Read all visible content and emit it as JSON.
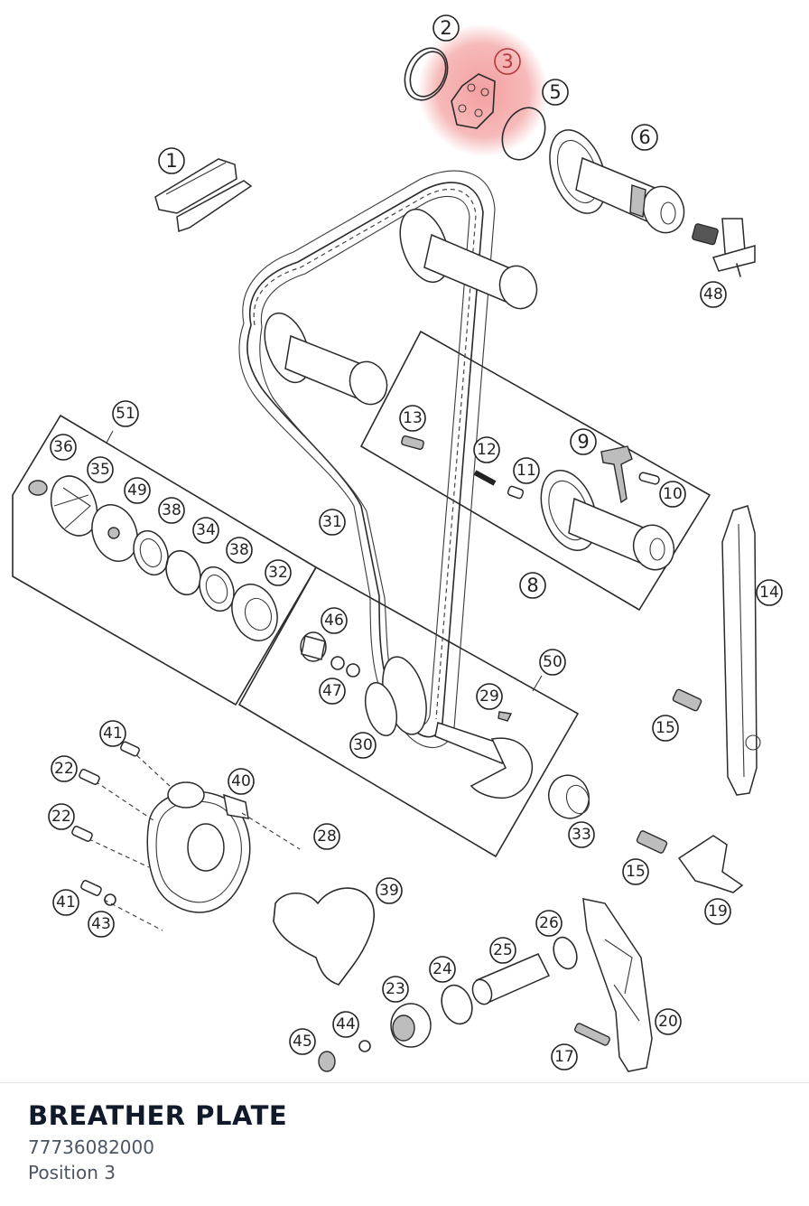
{
  "diagram": {
    "highlight_color": "#f08080",
    "highlighted_callout": "3",
    "callouts": [
      {
        "label": "1"
      },
      {
        "label": "2"
      },
      {
        "label": "3"
      },
      {
        "label": "5"
      },
      {
        "label": "6"
      },
      {
        "label": "48"
      },
      {
        "label": "51"
      },
      {
        "label": "13"
      },
      {
        "label": "12"
      },
      {
        "label": "11"
      },
      {
        "label": "9"
      },
      {
        "label": "10"
      },
      {
        "label": "8"
      },
      {
        "label": "36"
      },
      {
        "label": "35"
      },
      {
        "label": "49"
      },
      {
        "label": "38"
      },
      {
        "label": "34"
      },
      {
        "label": "38"
      },
      {
        "label": "32"
      },
      {
        "label": "31"
      },
      {
        "label": "14"
      },
      {
        "label": "46"
      },
      {
        "label": "47"
      },
      {
        "label": "50"
      },
      {
        "label": "29"
      },
      {
        "label": "15"
      },
      {
        "label": "30"
      },
      {
        "label": "41"
      },
      {
        "label": "22"
      },
      {
        "label": "40"
      },
      {
        "label": "22"
      },
      {
        "label": "28"
      },
      {
        "label": "33"
      },
      {
        "label": "15"
      },
      {
        "label": "19"
      },
      {
        "label": "41"
      },
      {
        "label": "43"
      },
      {
        "label": "39"
      },
      {
        "label": "26"
      },
      {
        "label": "25"
      },
      {
        "label": "24"
      },
      {
        "label": "23"
      },
      {
        "label": "20"
      },
      {
        "label": "44"
      },
      {
        "label": "45"
      },
      {
        "label": "17"
      }
    ]
  },
  "part": {
    "name": "BREATHER PLATE",
    "number": "77736082000",
    "position": "Position 3"
  }
}
